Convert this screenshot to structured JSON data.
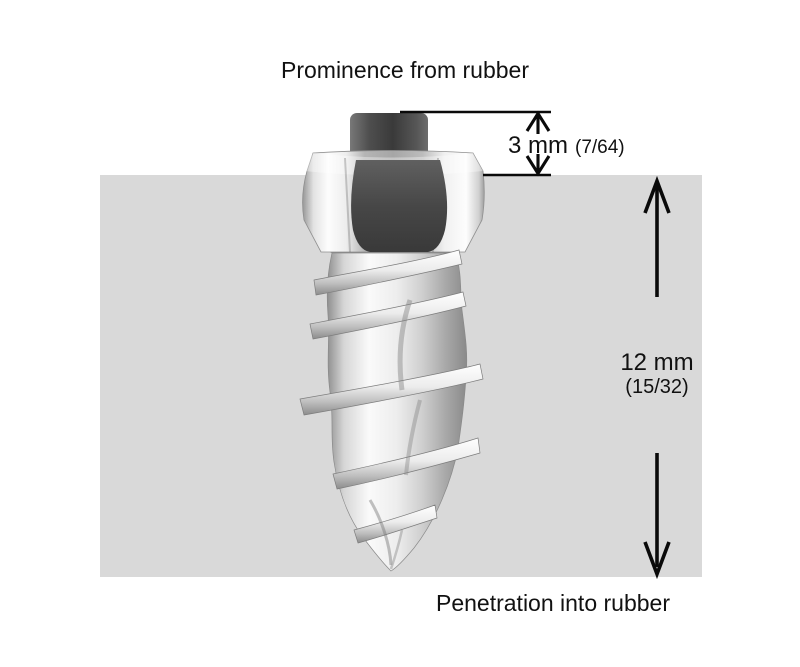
{
  "diagram": {
    "top_label": "Prominence from rubber",
    "bottom_label": "Penetration into rubber",
    "prominence_dimension": {
      "value": "3 mm",
      "fraction": "(7/64)"
    },
    "penetration_dimension": {
      "value": "12 mm",
      "fraction": "(15/32)"
    },
    "subject": "screw tire stud",
    "colors": {
      "rubber_block": "#d9d9d9",
      "dimension_lines": "#0a0a0a",
      "text": "#111111",
      "stud_metal_highlight": "#fdfdfd",
      "stud_metal_shadow": "#8a8a8a",
      "carbide_pin": "#3c3c3c"
    }
  }
}
